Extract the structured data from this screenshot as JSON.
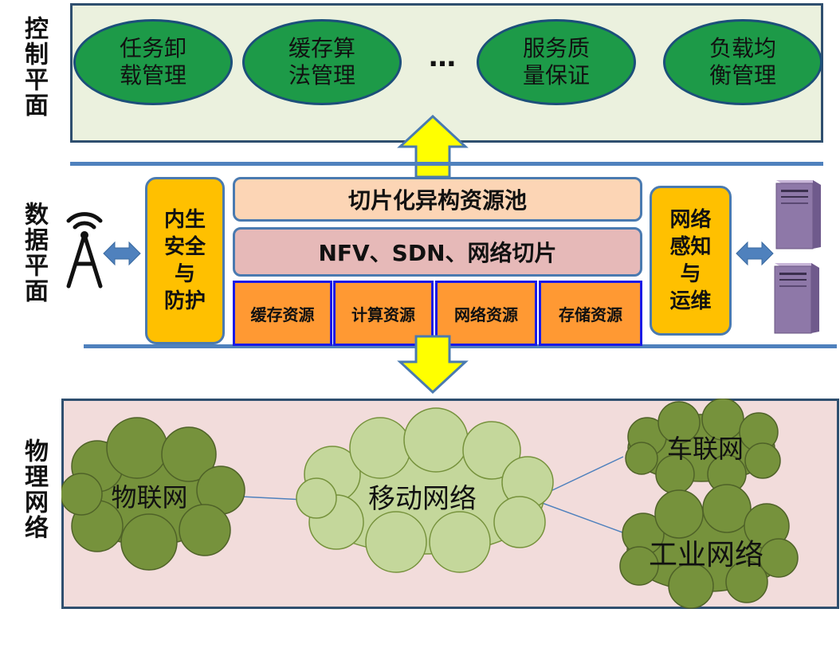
{
  "planes": {
    "control": "控制平面",
    "data": "数据平面",
    "physical": "物理网络"
  },
  "control_plane": {
    "items": [
      "任务卸载管理",
      "缓存算法管理",
      "服务质量保证",
      "负载均衡管理"
    ],
    "item_lines": [
      [
        "任务卸",
        "载管理"
      ],
      [
        "缓存算",
        "法管理"
      ],
      [
        "服务质",
        "量保证"
      ],
      [
        "负载均",
        "衡管理"
      ]
    ],
    "ellipsis": "…"
  },
  "data_plane": {
    "security": "内生安全与防护",
    "security_lines": [
      "内生",
      "安全",
      "与",
      "防护"
    ],
    "perception": "网络感知与运维",
    "perception_lines": [
      "网络",
      "感知",
      "与",
      "运维"
    ],
    "resource_pool": "切片化异构资源池",
    "virtualization": "NFV、SDN、网络切片",
    "resources": [
      "缓存资源",
      "计算资源",
      "网络资源",
      "存储资源"
    ]
  },
  "physical_network": {
    "center": "移动网络",
    "left": "物联网",
    "top_right": "车联网",
    "bottom_right": "工业网络"
  },
  "colors": {
    "control_bg": "#ebf1de",
    "ellipse_fill": "#1d9a48",
    "physical_bg": "#f2dcdb",
    "accent_line": "#4f81bd",
    "side_box": "#ffc000",
    "pool_fill": "#fcd5b5",
    "virt_fill": "#e6b9b8",
    "resource_fill": "#ff9933",
    "cloud_light": "#c4d79b",
    "cloud_dark": "#76923c",
    "arrow_fill": "#ffff00"
  }
}
